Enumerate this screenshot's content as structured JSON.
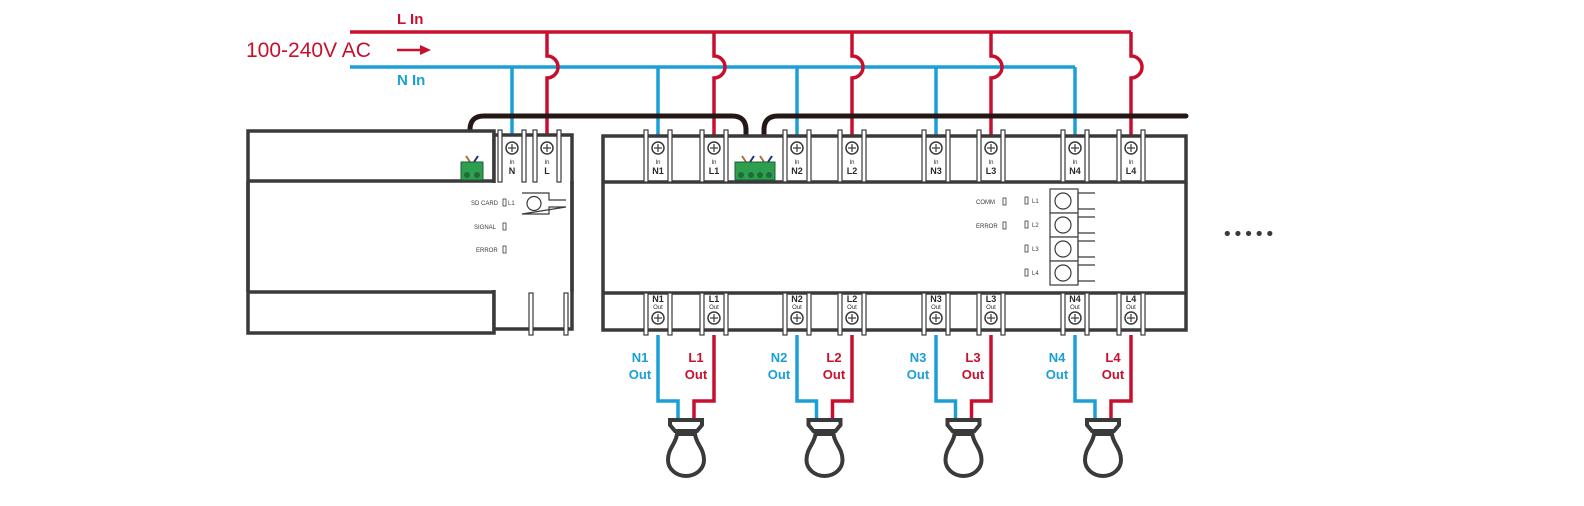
{
  "title": "Wiring diagram",
  "supply": {
    "voltage_label": "100-240V AC",
    "line_label": "L In",
    "neutral_label": "N In"
  },
  "colors": {
    "line": "#c8102e",
    "neutral": "#1a9fd6",
    "cable": "#231815",
    "housing": "#3a3a3a",
    "connector": "#2e9e4f"
  },
  "gateway_module": {
    "terminals": [
      {
        "top": "In",
        "name": "N",
        "wire": "neutral"
      },
      {
        "top": "In",
        "name": "L",
        "wire": "line"
      }
    ],
    "indicators": [
      {
        "label": "SD CARD"
      },
      {
        "label": "SIGNAL"
      },
      {
        "label": "ERROR"
      }
    ],
    "button_label": "L1"
  },
  "relay_module": {
    "input_terminals": [
      {
        "top": "In",
        "name": "N1",
        "wire": "neutral"
      },
      {
        "top": "In",
        "name": "L1",
        "wire": "line"
      },
      {
        "top": "In",
        "name": "N2",
        "wire": "neutral"
      },
      {
        "top": "In",
        "name": "L2",
        "wire": "line"
      },
      {
        "top": "In",
        "name": "N3",
        "wire": "neutral"
      },
      {
        "top": "In",
        "name": "L3",
        "wire": "line"
      },
      {
        "top": "In",
        "name": "N4",
        "wire": "neutral"
      },
      {
        "top": "In",
        "name": "L4",
        "wire": "line"
      }
    ],
    "output_terminals": [
      {
        "name": "N1",
        "bottom": "Out",
        "wire": "neutral"
      },
      {
        "name": "L1",
        "bottom": "Out",
        "wire": "line"
      },
      {
        "name": "N2",
        "bottom": "Out",
        "wire": "neutral"
      },
      {
        "name": "L2",
        "bottom": "Out",
        "wire": "line"
      },
      {
        "name": "N3",
        "bottom": "Out",
        "wire": "neutral"
      },
      {
        "name": "L3",
        "bottom": "Out",
        "wire": "line"
      },
      {
        "name": "N4",
        "bottom": "Out",
        "wire": "neutral"
      },
      {
        "name": "L4",
        "bottom": "Out",
        "wire": "line"
      }
    ],
    "status_indicators": [
      {
        "label": "COMM"
      },
      {
        "label": "ERROR"
      }
    ],
    "channel_buttons": [
      "L1",
      "L2",
      "L3",
      "L4"
    ]
  },
  "outputs": [
    {
      "n": "N1",
      "l": "L1",
      "suffix": "Out"
    },
    {
      "n": "N2",
      "l": "L2",
      "suffix": "Out"
    },
    {
      "n": "N3",
      "l": "L3",
      "suffix": "Out"
    },
    {
      "n": "N4",
      "l": "L4",
      "suffix": "Out"
    }
  ],
  "continuation": "•••••"
}
